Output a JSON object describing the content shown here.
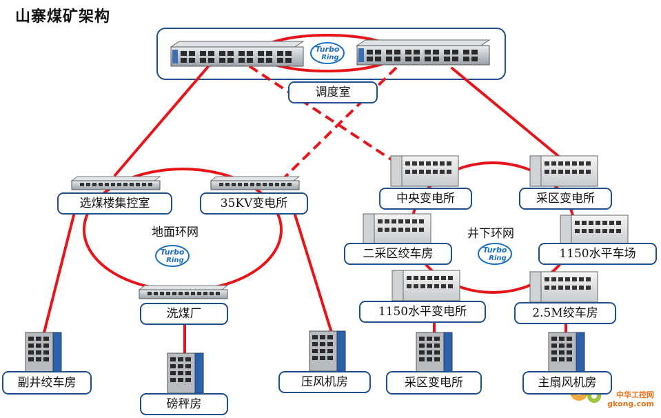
{
  "title": "山寨煤矿架构",
  "colors": {
    "link": "#e8141a",
    "box_border": "#1f4e8c",
    "logo_blue": "#1a6fc4"
  },
  "logo": {
    "line1": "Turbo",
    "line2": "Ring"
  },
  "rings": {
    "surface": "地面环网",
    "underground": "井下环网"
  },
  "nodes": {
    "control_room": "调度室",
    "coal_prep_control": "选煤楼集控室",
    "substation_35kv": "35KV变电所",
    "coal_washery": "洗煤厂",
    "aux_shaft_winch": "副井绞车房",
    "weighbridge": "磅秤房",
    "compressor_room": "压风机房",
    "central_substation": "中央变电所",
    "mining_substation": "采区变电所",
    "mining_winch_2": "二采区绞车房",
    "yard_1150": "1150水平车场",
    "substation_1150": "1150水平变电所",
    "winch_2_5m": "2.5M绞车房",
    "mining_substation_2": "采区变电所",
    "main_fan_room": "主扇风机房"
  },
  "watermark": {
    "name": "中华工控网",
    "site": "gkong.com"
  }
}
